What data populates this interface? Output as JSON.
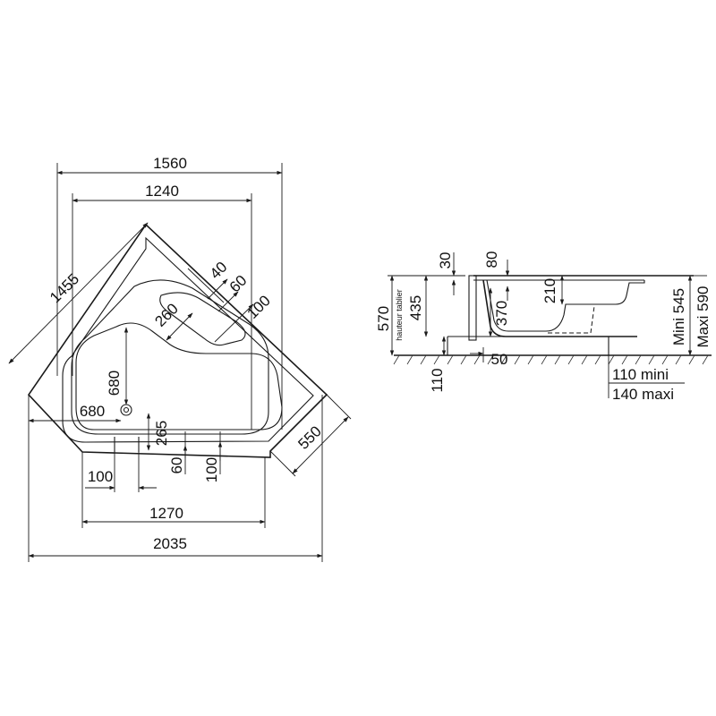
{
  "plan": {
    "dim_1560": "1560",
    "dim_1240": "1240",
    "dim_1455": "1455",
    "dim_40": "40",
    "dim_60_top": "60",
    "dim_100_right": "100",
    "dim_260": "260",
    "dim_680_vertical": "680",
    "dim_680_horizontal": "680",
    "dim_265": "265",
    "dim_550": "550",
    "dim_100_left": "100",
    "dim_60_bottom": "60",
    "dim_100_bottom": "100",
    "dim_1270": "1270",
    "dim_2035": "2035"
  },
  "section": {
    "dim_30": "30",
    "dim_80": "80",
    "dim_210": "210",
    "dim_435": "435",
    "dim_370": "370",
    "dim_570": "570",
    "hauteur_tablier": "hauteur tablier",
    "dim_110": "110",
    "dim_50": "50",
    "mini_545": "Mini 545",
    "maxi_590": "Maxi 590",
    "feet_110_mini": "110 mini",
    "feet_140_maxi": "140 maxi"
  }
}
